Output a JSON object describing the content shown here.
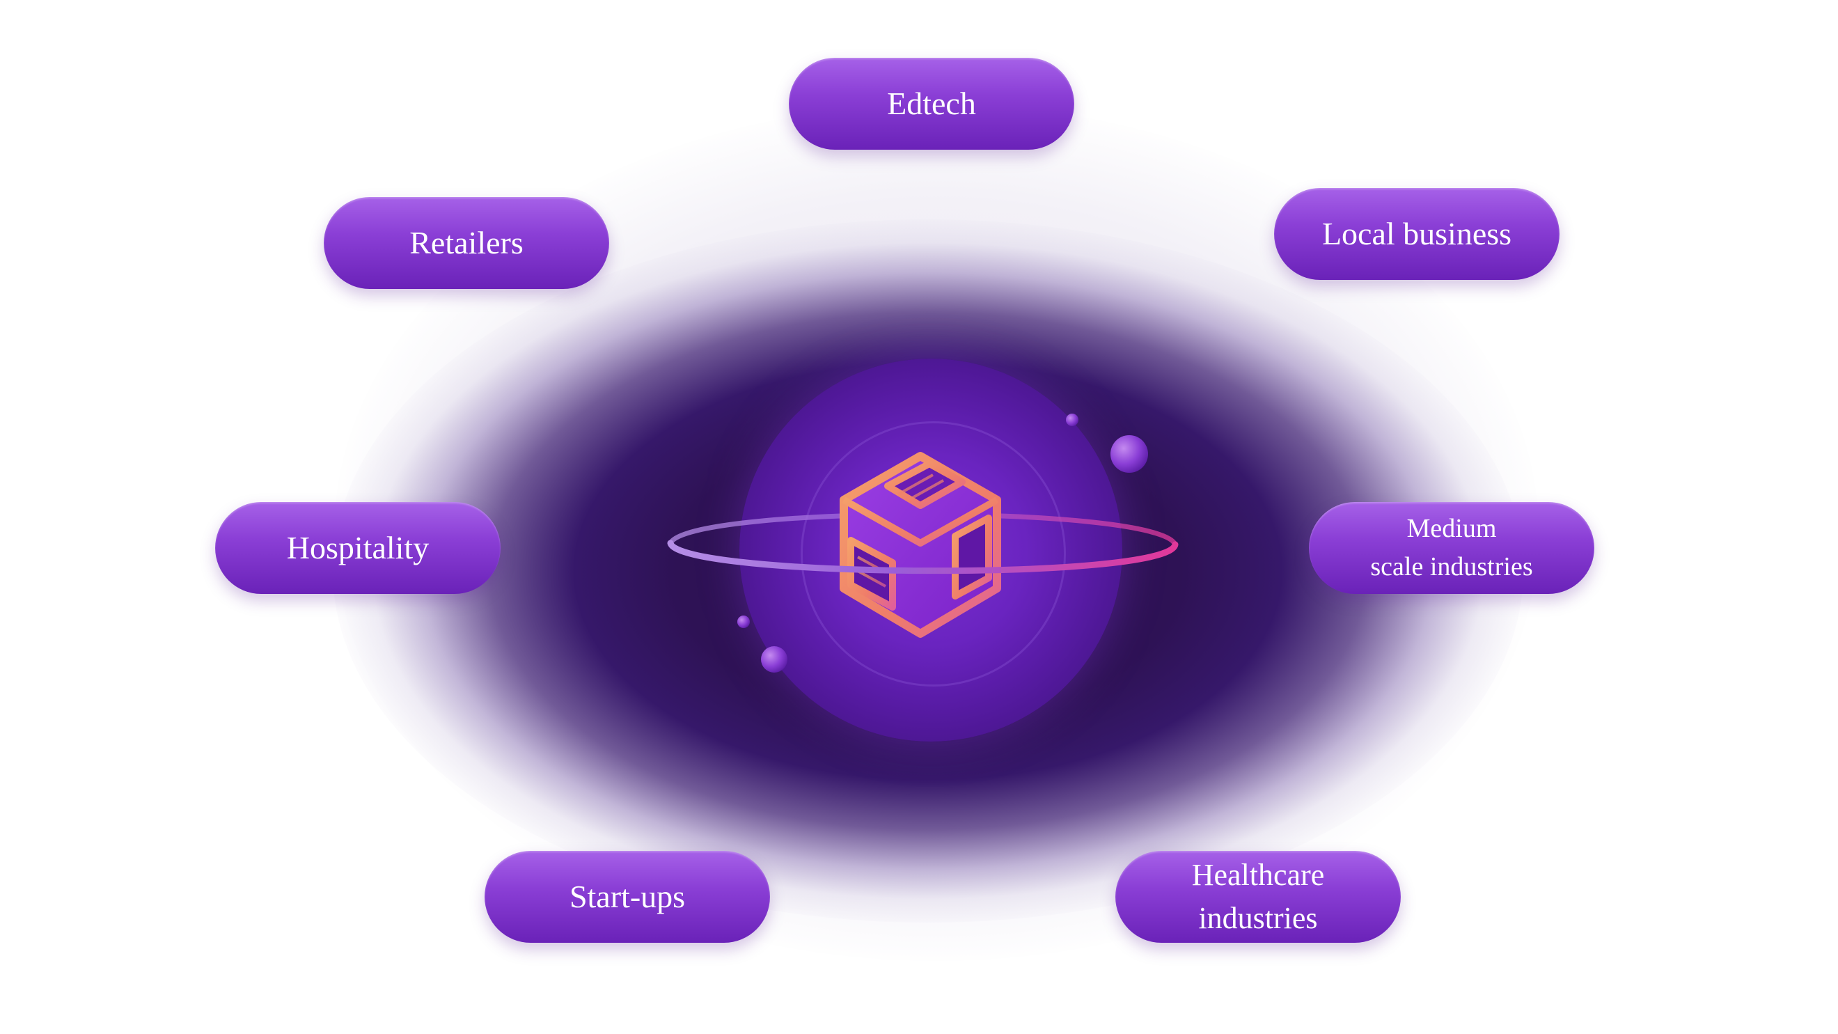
{
  "diagram": {
    "center": {
      "icon": "box-cube-logo-icon"
    },
    "nodes": [
      {
        "id": "edtech",
        "label": "Edtech"
      },
      {
        "id": "retailers",
        "label": "Retailers"
      },
      {
        "id": "local-business",
        "label": "Local business"
      },
      {
        "id": "hospitality",
        "label": "Hospitality"
      },
      {
        "id": "medium-scale",
        "label": "Medium\nscale industries"
      },
      {
        "id": "start-ups",
        "label": "Start-ups"
      },
      {
        "id": "healthcare",
        "label": "Healthcare\nindustries"
      }
    ]
  },
  "colors": {
    "pill": "#8b3fd6",
    "glow": "#2c1151",
    "core": "#7b2fd2",
    "cube_orange": "#f08a5d",
    "cube_pink": "#e0609a",
    "ring_start": "#b58ee6",
    "ring_end": "#e2389a"
  }
}
